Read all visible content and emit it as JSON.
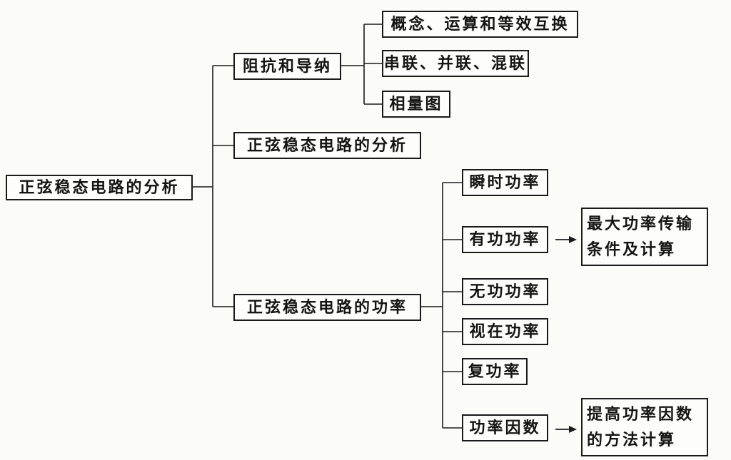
{
  "root": {
    "label": "正弦稳态电路的分析"
  },
  "branches": {
    "impedance": {
      "label": "阻抗和导纳",
      "children": [
        "概念、运算和等效互换",
        "串联、并联、混联",
        "相量图"
      ]
    },
    "analysis": {
      "label": "正弦稳态电路的分析"
    },
    "power": {
      "label": "正弦稳态电路的功率",
      "children": [
        "瞬时功率",
        "有功功率",
        "无功功率",
        "视在功率",
        "复功率",
        "功率因数"
      ],
      "active_power_note": [
        "最大功率传输",
        "条件及计算"
      ],
      "power_factor_note": [
        "提高功率因数",
        "的方法计算"
      ]
    }
  }
}
